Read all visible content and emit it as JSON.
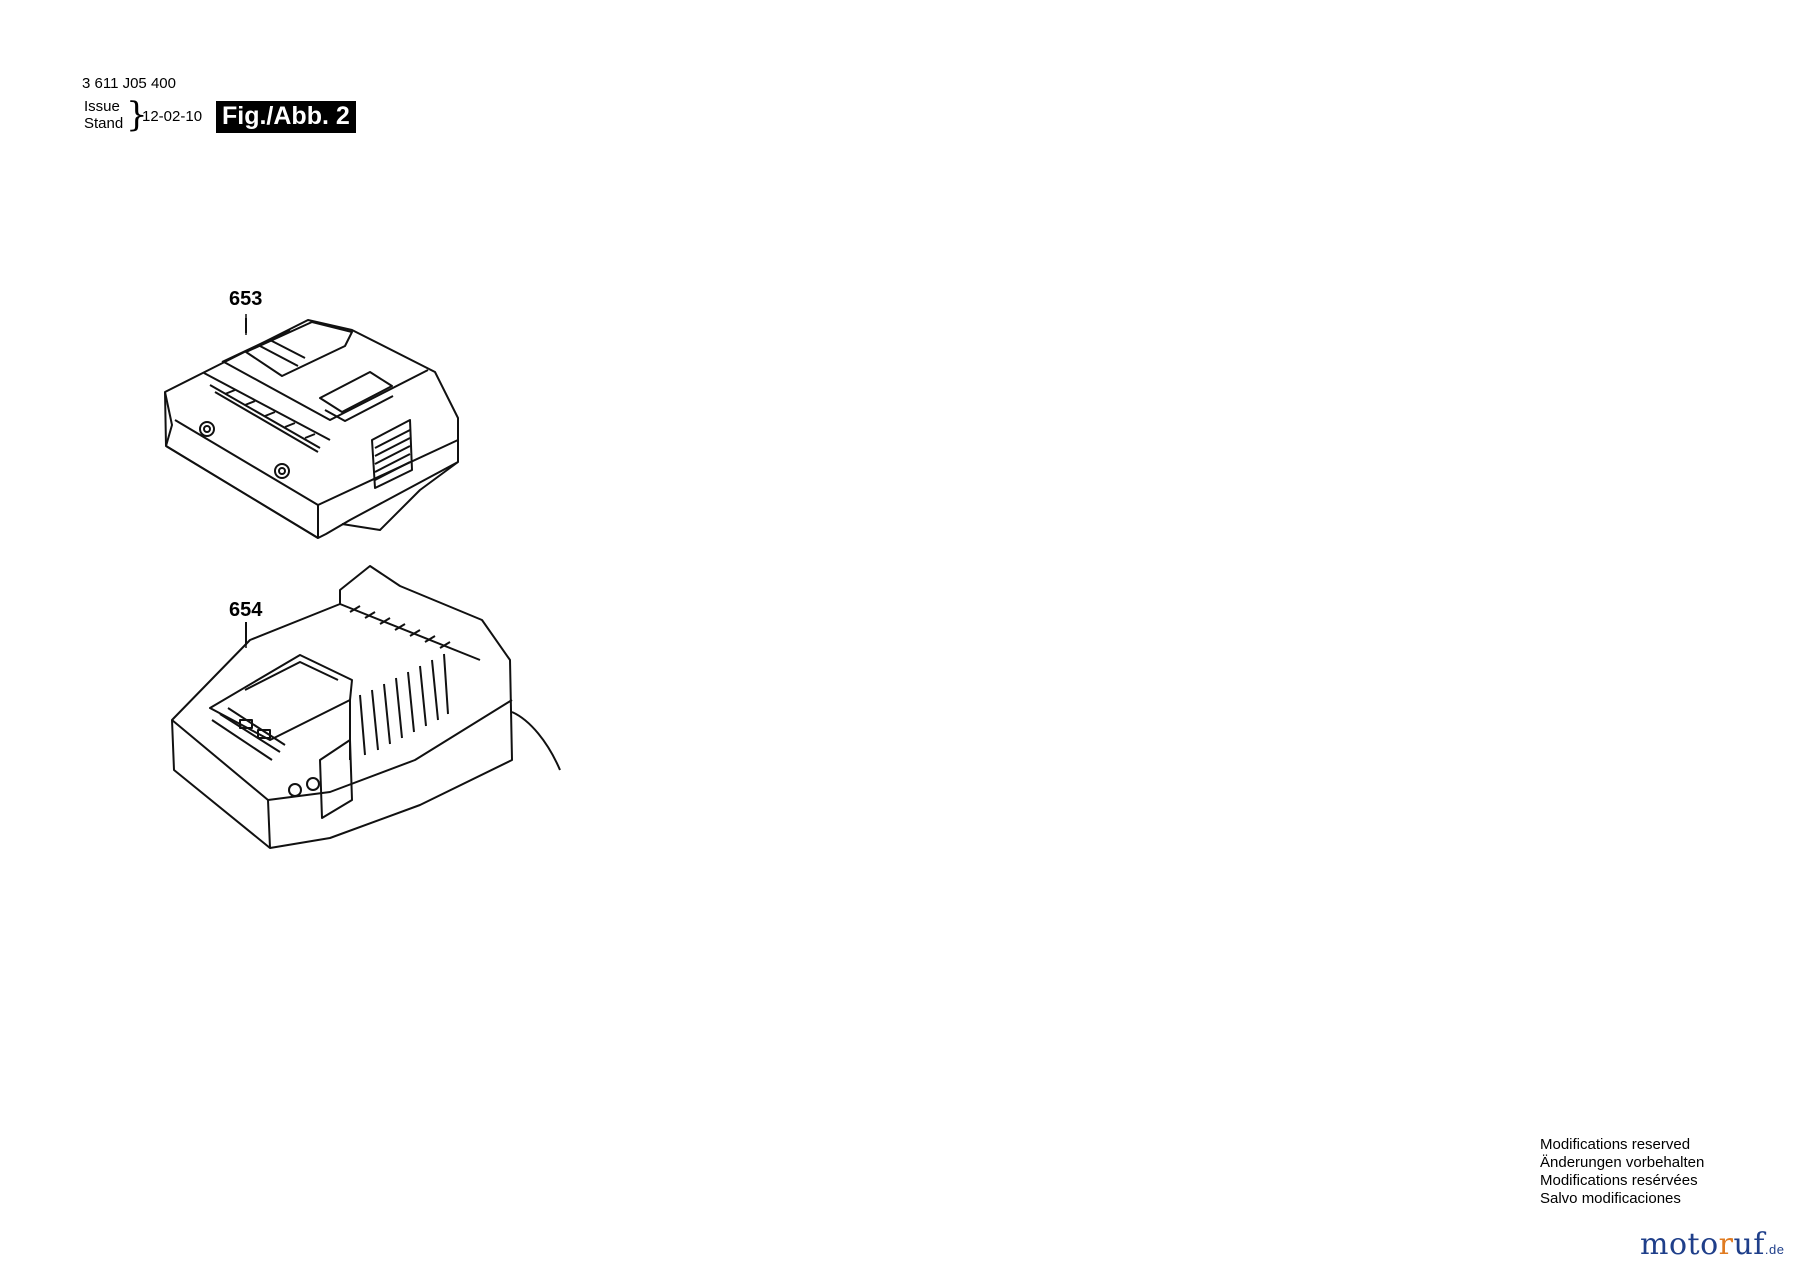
{
  "header": {
    "part_number": "3 611 J05 400",
    "issue_label_1": "Issue",
    "issue_label_2": "Stand",
    "brace": "}",
    "issue_date": "12-02-10",
    "figure_label": "Fig./Abb. 2"
  },
  "parts": [
    {
      "number": "653",
      "icon": "battery-pack-icon"
    },
    {
      "number": "654",
      "icon": "battery-charger-icon"
    }
  ],
  "notes": [
    "Modifications reserved",
    "Änderungen vorbehalten",
    "Modifications resérvées",
    "Salvo modificaciones"
  ],
  "logo": {
    "part1": "moto",
    "accent": "r",
    "part2": "uf",
    "tld": ".de"
  }
}
